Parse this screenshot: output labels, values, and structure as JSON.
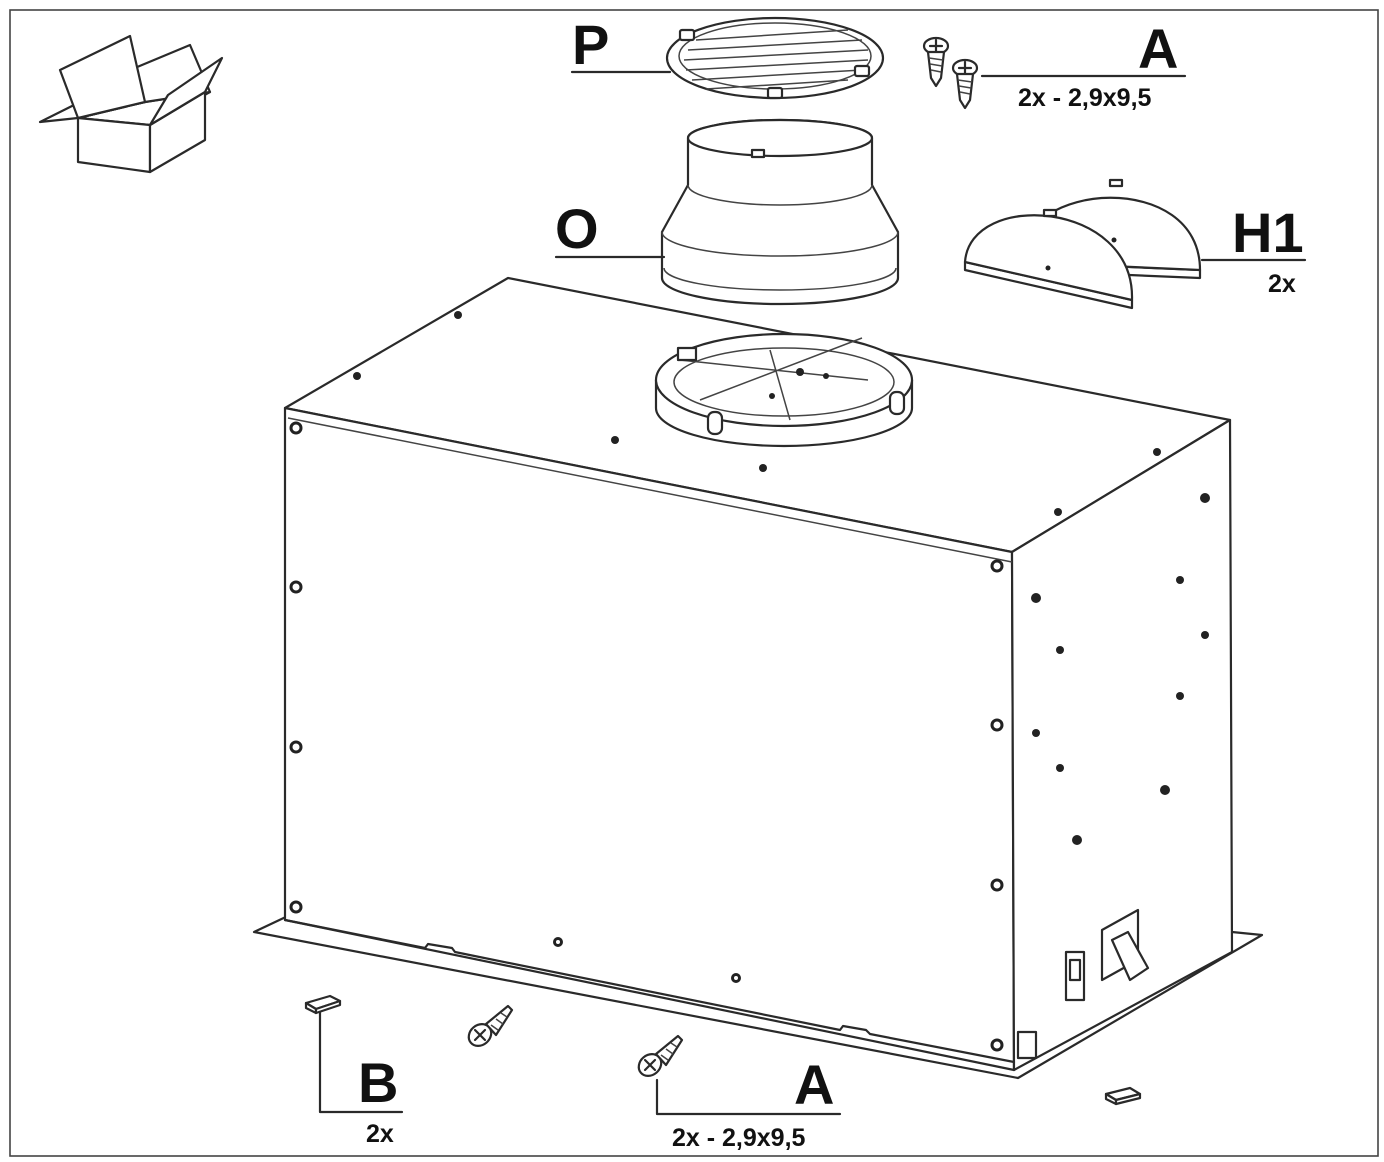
{
  "diagram": {
    "labels": {
      "P": {
        "letter": "P"
      },
      "A_top": {
        "letter": "A",
        "qty": "2x - 2,9x9,5"
      },
      "O": {
        "letter": "O"
      },
      "H1": {
        "letter": "H1",
        "qty": "2x"
      },
      "B": {
        "letter": "B",
        "qty": "2x"
      },
      "A_bottom": {
        "letter": "A",
        "qty": "2x - 2,9x9,5"
      }
    },
    "icons": {
      "package": "open-box-icon",
      "screw": "screw-icon"
    }
  }
}
